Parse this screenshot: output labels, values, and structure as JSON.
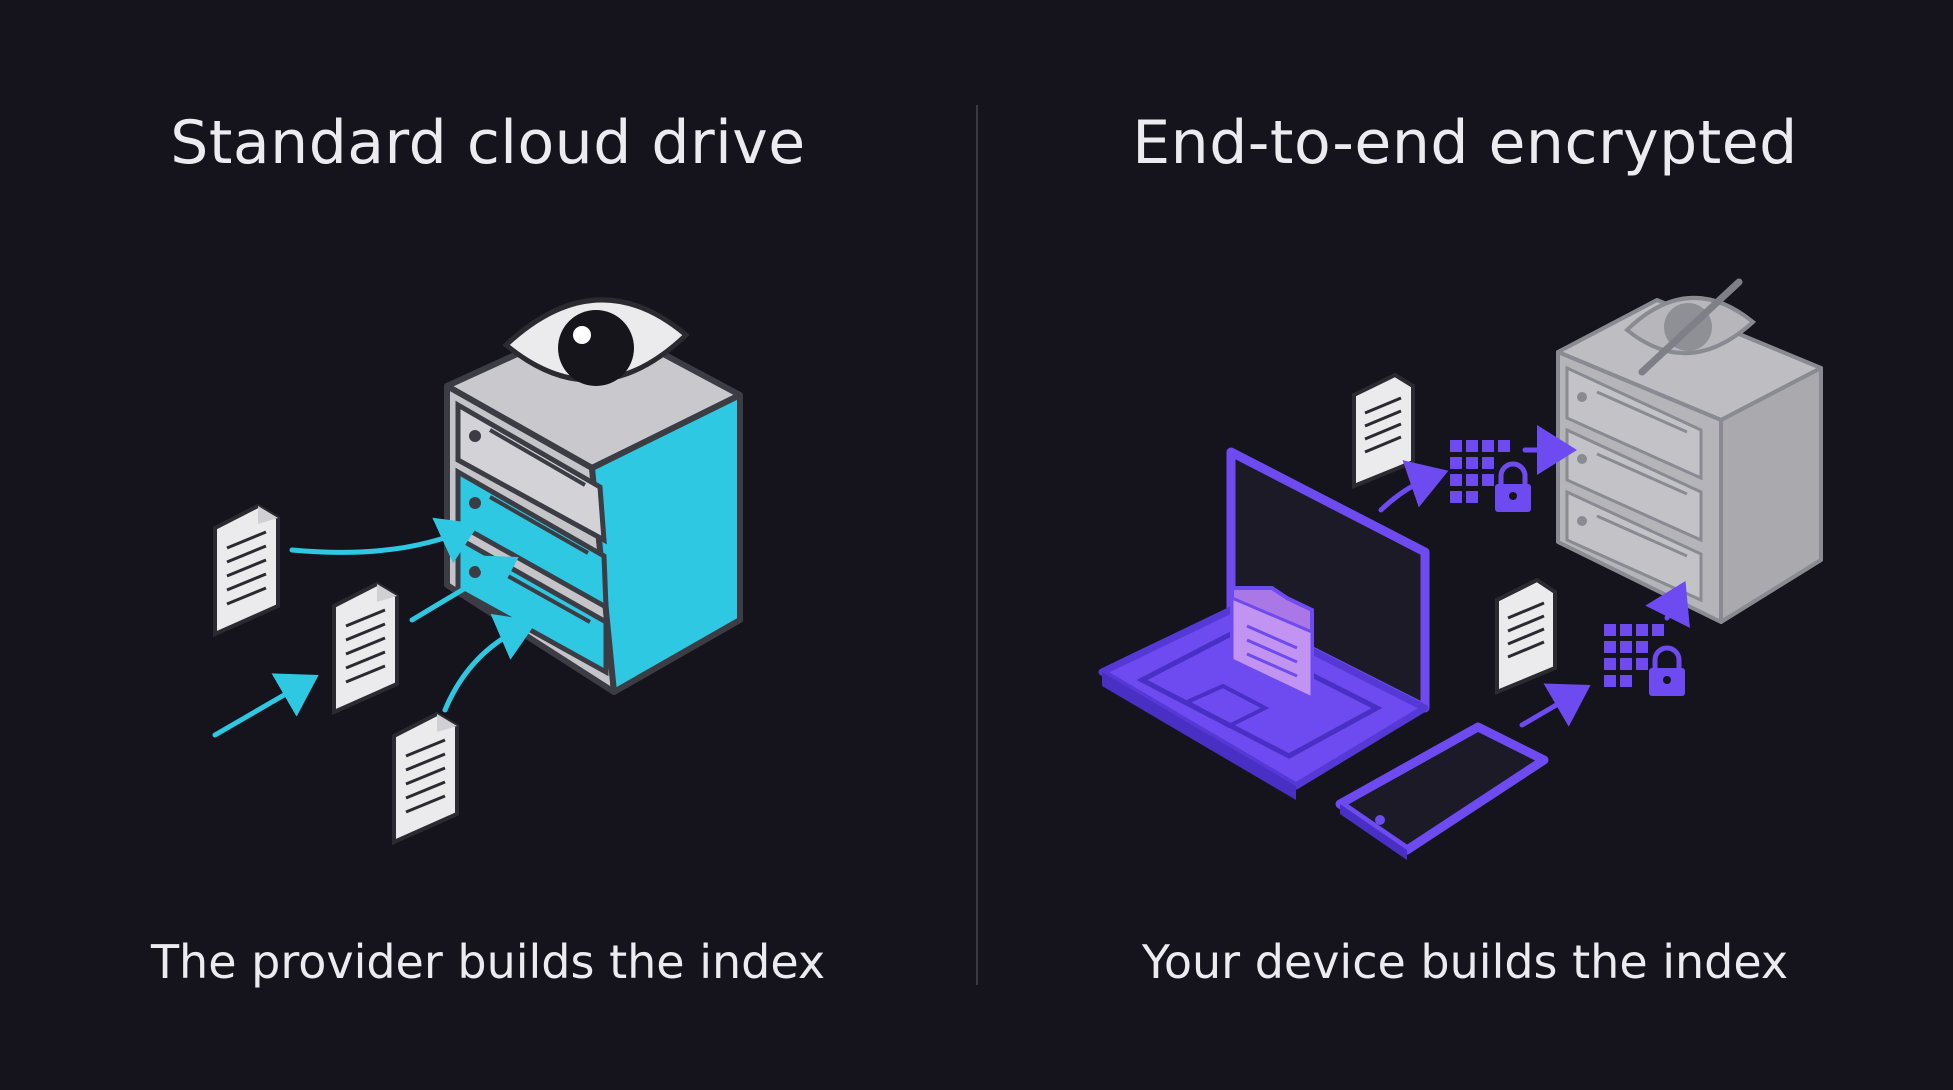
{
  "left": {
    "title": "Standard cloud drive",
    "caption": "The provider builds the index"
  },
  "right": {
    "title": "End-to-end encrypted",
    "caption": "Your device builds the index"
  },
  "icons": {
    "left": [
      "eye-icon",
      "server-icon",
      "document-icon",
      "arrow-icon"
    ],
    "right": [
      "eye-off-icon",
      "server-icon",
      "laptop-icon",
      "phone-icon",
      "folder-icon",
      "document-icon",
      "lock-icon",
      "arrow-icon"
    ]
  },
  "colors": {
    "background": "#15141c",
    "accent_cyan": "#2ec8e3",
    "accent_purple": "#6d4bf0",
    "server_gray": "#bfbfc3",
    "text": "#ecebf0"
  }
}
